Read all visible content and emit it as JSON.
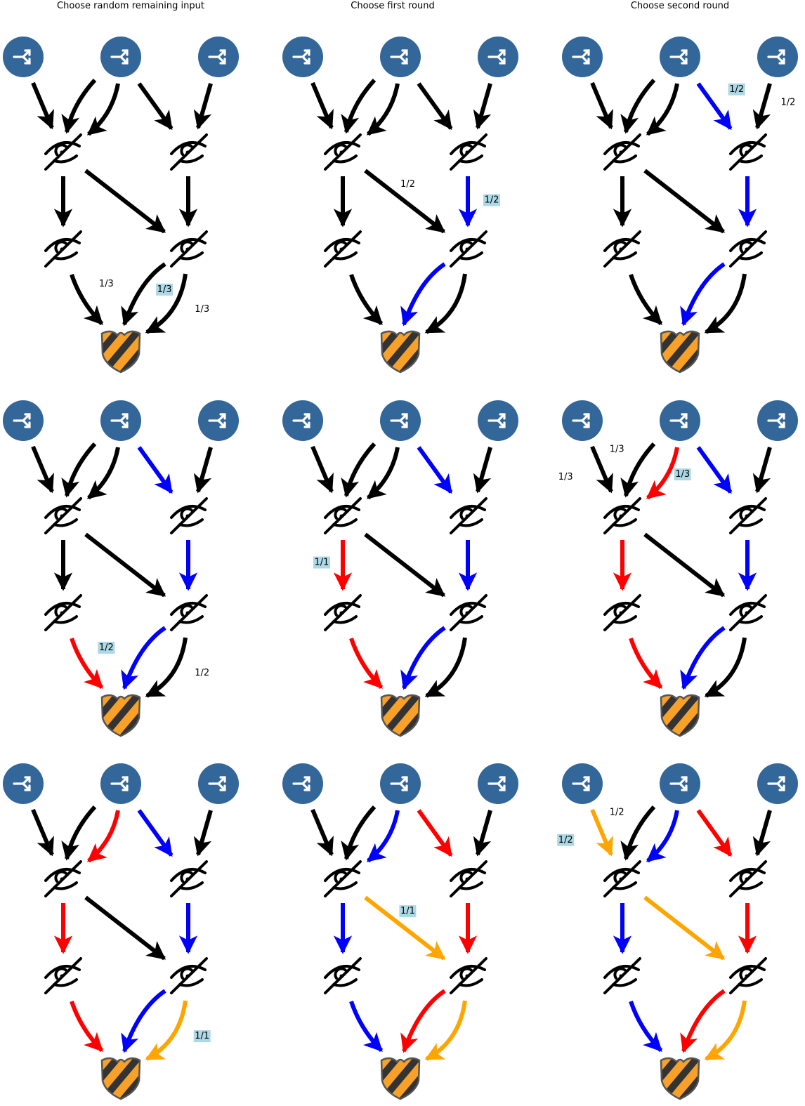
{
  "column_titles": [
    "Choose random remaining input",
    "Choose first round",
    "Choose second round"
  ],
  "colors": {
    "default": "#000000",
    "blue": "#0000ff",
    "red": "#ff0000",
    "orange": "#ffa500",
    "label_highlight": "#add8e6",
    "source_node": "#336699",
    "shield_fill": "#f7a128",
    "shield_stripe": "#333333"
  },
  "nodes": {
    "sources": [
      "S1",
      "S2",
      "S3"
    ],
    "relays_upper": [
      "U1",
      "U2"
    ],
    "relays_lower": [
      "L1",
      "L2"
    ],
    "sink": "T"
  },
  "icons": {
    "source": "share-icon",
    "relay": "eye-slash-icon",
    "sink": "shield-icon"
  },
  "panels": [
    {
      "colors": {},
      "labels": [
        {
          "edge": "L1-T",
          "text": "1/3",
          "highlight": false
        },
        {
          "edge": "L2-T-a",
          "text": "1/3",
          "highlight": true
        },
        {
          "edge": "L2-T-b",
          "text": "1/3",
          "highlight": false
        }
      ]
    },
    {
      "colors": {
        "U2-L2": "blue",
        "L2-T-a": "blue"
      },
      "labels": [
        {
          "edge": "U1-L2",
          "text": "1/2",
          "highlight": false
        },
        {
          "edge": "U2-L2",
          "text": "1/2",
          "highlight": true
        }
      ]
    },
    {
      "colors": {
        "U2-L2": "blue",
        "L2-T-a": "blue",
        "S2-U2": "blue"
      },
      "labels": [
        {
          "edge": "S2-U2",
          "text": "1/2",
          "highlight": true
        },
        {
          "edge": "S3-U2",
          "text": "1/2",
          "highlight": false
        }
      ]
    },
    {
      "colors": {
        "U2-L2": "blue",
        "L2-T-a": "blue",
        "S2-U2": "blue",
        "L1-T": "red"
      },
      "labels": [
        {
          "edge": "L1-T",
          "text": "1/2",
          "highlight": true
        },
        {
          "edge": "L2-T-b",
          "text": "1/2",
          "highlight": false
        }
      ]
    },
    {
      "colors": {
        "U2-L2": "blue",
        "L2-T-a": "blue",
        "S2-U2": "blue",
        "L1-T": "red",
        "U1-L1": "red"
      },
      "labels": [
        {
          "edge": "U1-L1",
          "text": "1/1",
          "highlight": true
        }
      ]
    },
    {
      "colors": {
        "U2-L2": "blue",
        "L2-T-a": "blue",
        "S2-U2": "blue",
        "L1-T": "red",
        "U1-L1": "red",
        "S2-U1-b": "red"
      },
      "labels": [
        {
          "edge": "S1-U1",
          "text": "1/3",
          "highlight": false
        },
        {
          "edge": "S2-U1-a",
          "text": "1/3",
          "highlight": false
        },
        {
          "edge": "S2-U1-b",
          "text": "1/3",
          "highlight": true
        }
      ]
    },
    {
      "colors": {
        "U2-L2": "blue",
        "L2-T-a": "blue",
        "S2-U2": "blue",
        "L1-T": "red",
        "U1-L1": "red",
        "S2-U1-b": "red",
        "L2-T-b": "orange"
      },
      "labels": [
        {
          "edge": "L2-T-b",
          "text": "1/1",
          "highlight": true
        }
      ]
    },
    {
      "colors": {
        "S2-U1-b": "blue",
        "U1-L1": "blue",
        "L1-T": "blue",
        "S2-U2": "red",
        "U2-L2": "red",
        "L2-T-a": "red",
        "U1-L2": "orange",
        "L2-T-b": "orange"
      },
      "labels": [
        {
          "edge": "U1-L2",
          "text": "1/1",
          "highlight": true
        }
      ]
    },
    {
      "colors": {
        "S2-U1-b": "blue",
        "U1-L1": "blue",
        "L1-T": "blue",
        "S2-U2": "red",
        "U2-L2": "red",
        "L2-T-a": "red",
        "U1-L2": "orange",
        "L2-T-b": "orange",
        "S1-U1": "orange"
      },
      "labels": [
        {
          "edge": "S1-U1",
          "text": "1/2",
          "highlight": true
        },
        {
          "edge": "S2-U1-a",
          "text": "1/2",
          "highlight": false
        }
      ]
    }
  ]
}
